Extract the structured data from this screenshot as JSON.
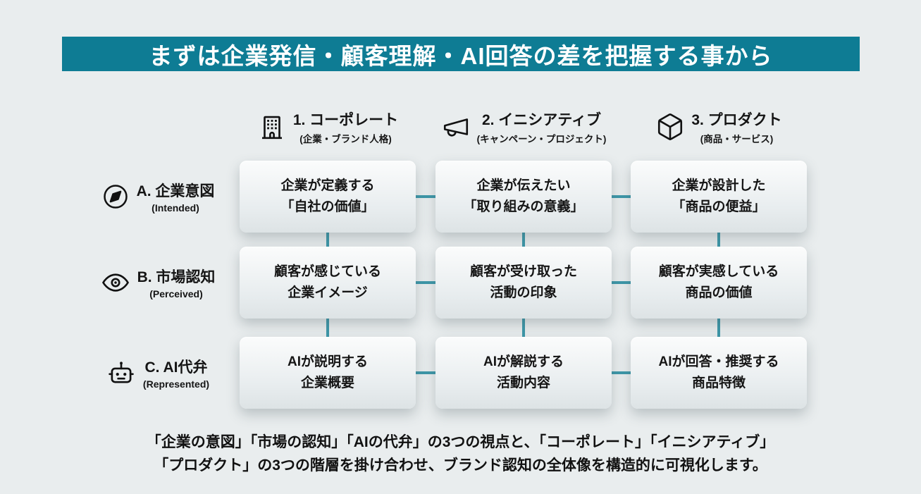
{
  "title": "まずは企業発信・顧客理解・AI回答の差を把握する事から",
  "columns": [
    {
      "label": "1. コーポレート",
      "sublabel": "(企業・ブランド人格)",
      "icon": "building-icon"
    },
    {
      "label": "2. イニシアティブ",
      "sublabel": "(キャンペーン・プロジェクト)",
      "icon": "megaphone-icon"
    },
    {
      "label": "3. プロダクト",
      "sublabel": "(商品・サービス)",
      "icon": "box-icon"
    }
  ],
  "rows": [
    {
      "label": "A. 企業意図",
      "sublabel": "(Intended)",
      "icon": "compass-icon"
    },
    {
      "label": "B. 市場認知",
      "sublabel": "(Perceived)",
      "icon": "eye-icon"
    },
    {
      "label": "C. AI代弁",
      "sublabel": "(Represented)",
      "icon": "robot-icon"
    }
  ],
  "cells": [
    [
      {
        "line1": "企業が定義する",
        "line2": "「自社の価値」"
      },
      {
        "line1": "企業が伝えたい",
        "line2": "「取り組みの意義」"
      },
      {
        "line1": "企業が設計した",
        "line2": "「商品の便益」"
      }
    ],
    [
      {
        "line1": "顧客が感じている",
        "line2": "企業イメージ"
      },
      {
        "line1": "顧客が受け取った",
        "line2": "活動の印象"
      },
      {
        "line1": "顧客が実感している",
        "line2": "商品の価値"
      }
    ],
    [
      {
        "line1": "AIが説明する",
        "line2": "企業概要"
      },
      {
        "line1": "AIが解説する",
        "line2": "活動内容"
      },
      {
        "line1": "AIが回答・推奨する",
        "line2": "商品特徴"
      }
    ]
  ],
  "footer": {
    "line1": "「企業の意図」「市場の認知」「AIの代弁」の3つの視点と、「コーポレート」「イニシアティブ」",
    "line2": "「プロダクト」の3つの階層を掛け合わせ、ブランド認知の全体像を構造的に可視化します。"
  },
  "colors": {
    "title_bar": "#0e7c94",
    "connector": "#3e98a9",
    "page_background": "#e9edee"
  }
}
